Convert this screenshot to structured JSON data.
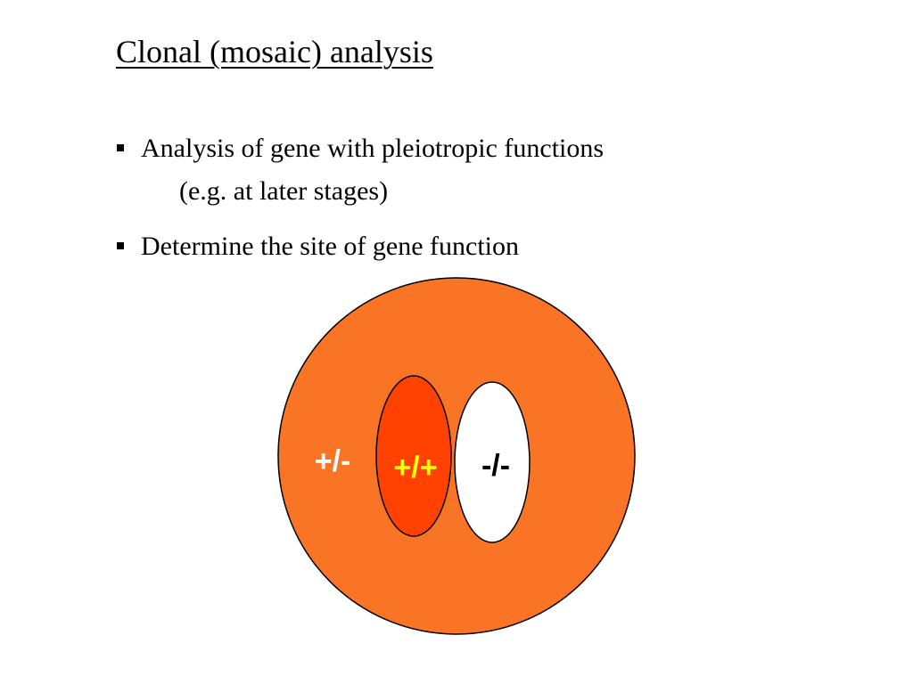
{
  "slide": {
    "title": "Clonal (mosaic) analysis",
    "bullets": [
      {
        "text": "Analysis of gene with pleiotropic functions",
        "continuation": "(e.g. at later stages)"
      },
      {
        "text": "Determine the site of gene function"
      }
    ]
  },
  "diagram": {
    "outer_cell": {
      "label": "+/-",
      "fill_color": "#f97425",
      "label_color": "#ffffff"
    },
    "left_clone": {
      "label": "+/+",
      "fill_color": "#ff4200",
      "label_color": "#ffff00"
    },
    "right_clone": {
      "label": "-/-",
      "fill_color": "#ffffff",
      "label_color": "#000000"
    }
  }
}
